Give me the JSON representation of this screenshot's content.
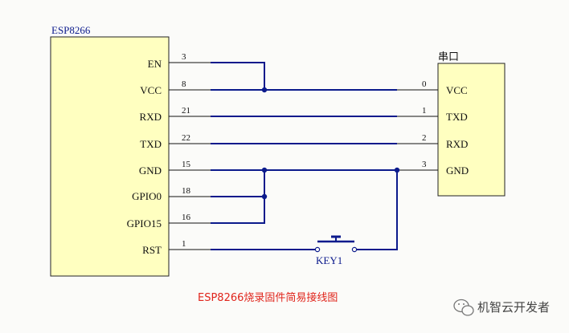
{
  "esp": {
    "name": "ESP8266",
    "pins": [
      {
        "label": "EN",
        "num": "3"
      },
      {
        "label": "VCC",
        "num": "8"
      },
      {
        "label": "RXD",
        "num": "21"
      },
      {
        "label": "TXD",
        "num": "22"
      },
      {
        "label": "GND",
        "num": "15"
      },
      {
        "label": "GPIO0",
        "num": "18"
      },
      {
        "label": "GPIO15",
        "num": "16"
      },
      {
        "label": "RST",
        "num": "1"
      }
    ]
  },
  "serial": {
    "name": "串口",
    "pins": [
      {
        "label": "VCC",
        "num": "0"
      },
      {
        "label": "TXD",
        "num": "1"
      },
      {
        "label": "RXD",
        "num": "2"
      },
      {
        "label": "GND",
        "num": "3"
      }
    ]
  },
  "key": {
    "label": "KEY1"
  },
  "caption": "ESP8266烧录固件简易接线图",
  "watermark": "机智云开发者",
  "colors": {
    "wire": "#0b1a8c",
    "component_fill": "#ffffc0",
    "caption": "#e0241b"
  }
}
